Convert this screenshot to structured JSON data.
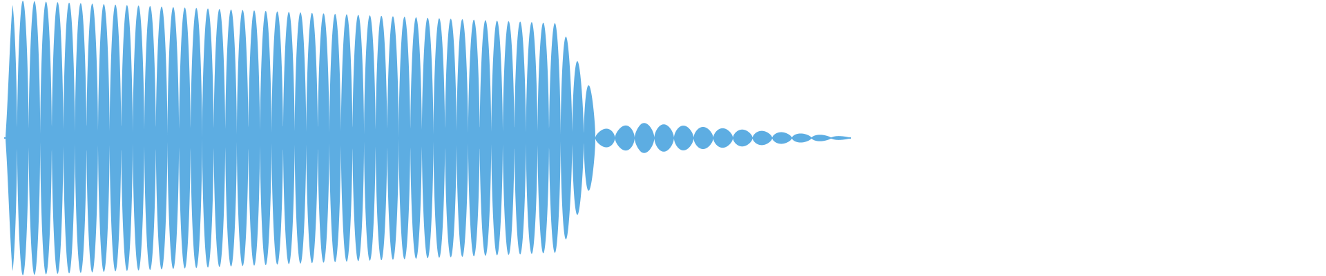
{
  "waveform": {
    "color": "#5DADE2",
    "background": "#FFFFFF",
    "shape": "oscillating-waveform",
    "segments": [
      {
        "name": "main-burst",
        "cycles": 51,
        "peak_amplitude": 1.0,
        "decay": "slight"
      },
      {
        "name": "ring-down-tail",
        "cycles": 13,
        "peak_amplitude": 0.11,
        "decay": "fading"
      }
    ]
  }
}
